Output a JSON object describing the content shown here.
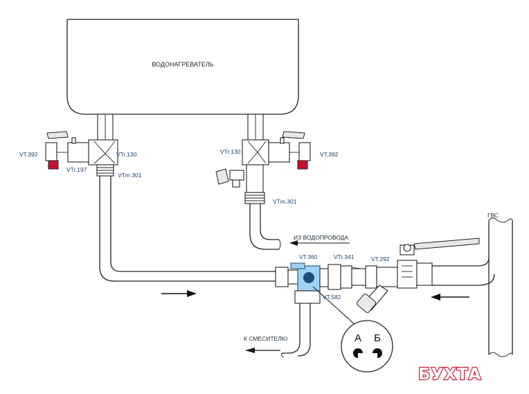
{
  "heater": {
    "label": "ВОДОНАГРЕВАТЕЛЬ"
  },
  "left_group": {
    "valve": "VT.392",
    "tee": "VTr.130",
    "nipple": "VTr.197",
    "union": "VTm 301"
  },
  "right_group": {
    "tee": "VTr.130",
    "valve": "VT.392",
    "union": "VTm.301"
  },
  "supply": {
    "from_water_main": "ИЗ ВОДОПРОВОДА",
    "to_mixer": "К СМЕСИТЕЛЮ",
    "hot_water": "ГВС"
  },
  "bottom_group": {
    "three_way_valve": "VT.360",
    "fitting": "VTr.341",
    "ball_valve": "VT.292",
    "filter": "VT.582"
  },
  "positions": {
    "a": "А",
    "b": "Б"
  },
  "watermark": "БУХТА"
}
